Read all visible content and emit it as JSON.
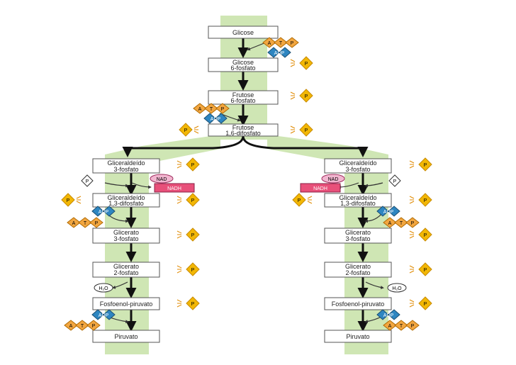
{
  "colors": {
    "band": "#cfe6b4",
    "box_border": "#555555",
    "phosphate": "#f2b705",
    "phosphate_border": "#c88a00",
    "adp": "#2e86c1",
    "nadh": "#e8507a",
    "nad": "#f2b6d0",
    "arrow": "#111111"
  },
  "icons": {
    "phosphate": "phosphate-diamond-icon",
    "atp": "atp-chain-icon",
    "adp": "adp-diamond-icon"
  },
  "molecules": {
    "glicose": "Glicose",
    "glicose6": [
      "Glicose",
      "6-fosfato"
    ],
    "frutose6": [
      "Frutose",
      "6-fosfato"
    ],
    "frutose16": [
      "Frutose",
      "1,6-difosfato"
    ],
    "gliceraldeido3": [
      "Gliceraldeído",
      "3-fosfato"
    ],
    "gliceraldeido13": [
      "Gliceraldeído",
      "1,3-difosfato"
    ],
    "glicerato3": [
      "Glicerato",
      "3-fosfato"
    ],
    "glicerato2": [
      "Glicerato",
      "2-fosfato"
    ],
    "fosfoenol": "Fosfoenol-piruvato",
    "piruvato": "Piruvato"
  },
  "cofactors": {
    "atp": [
      "A",
      "T",
      "P"
    ],
    "adp": "ADP",
    "nad": "NAD",
    "nadh": "NADH",
    "h2o": "H₂O",
    "p": "P"
  }
}
